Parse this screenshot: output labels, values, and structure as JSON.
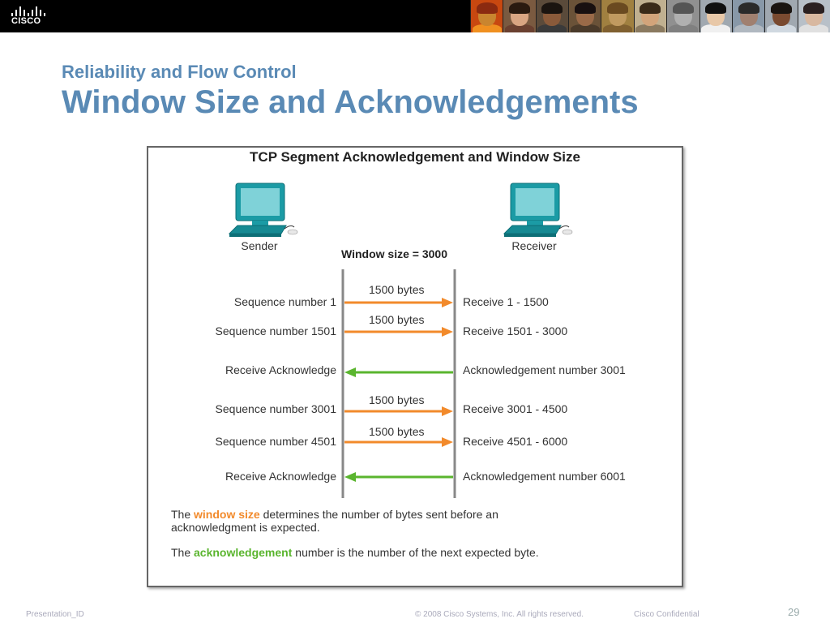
{
  "header": {
    "logo_text": "CISCO",
    "photos": [
      {
        "hair": "#8b2a10",
        "face": "#c9852f",
        "body": "#f09020",
        "bg": "#c84810"
      },
      {
        "hair": "#2a1a10",
        "face": "#d9a582",
        "body": "#6a4030",
        "bg": "#7a5a40"
      },
      {
        "hair": "#1a1410",
        "face": "#8a5a3a",
        "body": "#3a3a3a",
        "bg": "#5a4a3a"
      },
      {
        "hair": "#181010",
        "face": "#9a6a48",
        "body": "#4a3a2a",
        "bg": "#6a5238"
      },
      {
        "hair": "#6a4a20",
        "face": "#c09a60",
        "body": "#806030",
        "bg": "#a08040"
      },
      {
        "hair": "#3a2a18",
        "face": "#d2a47a",
        "body": "#8a7a60",
        "bg": "#c0b090"
      },
      {
        "hair": "#555555",
        "face": "#b0b0b0",
        "body": "#808080",
        "bg": "#909090"
      },
      {
        "hair": "#101010",
        "face": "#e8c8a8",
        "body": "#f0f0f0",
        "bg": "#a0a8b0"
      },
      {
        "hair": "#2a2a2a",
        "face": "#a08070",
        "body": "#b0b8c0",
        "bg": "#8898a8"
      },
      {
        "hair": "#1a1410",
        "face": "#7a4a30",
        "body": "#d0d8e0",
        "bg": "#a0a8b0"
      },
      {
        "hair": "#2a2020",
        "face": "#d8b8a0",
        "body": "#e0e0e0",
        "bg": "#b8c0c8"
      }
    ]
  },
  "slide": {
    "subtitle": "Reliability and Flow Control",
    "title": "Window Size and Acknowledgements"
  },
  "diagram": {
    "title": "TCP Segment Acknowledgement and Window Size",
    "sender_label": "Sender",
    "receiver_label": "Receiver",
    "window_size": "Window size = 3000",
    "colors": {
      "send_arrow": "#f28a2b",
      "ack_arrow": "#5ab52e",
      "pc": "#1b9ba5",
      "line": "#888888"
    },
    "rows": [
      {
        "left": "Sequence number 1",
        "mid": "1500 bytes",
        "right": "Receive 1 - 1500",
        "dir": "send"
      },
      {
        "left": "Sequence number 1501",
        "mid": "1500 bytes",
        "right": "Receive 1501 - 3000",
        "dir": "send"
      },
      {
        "left": "Receive Acknowledge",
        "mid": "",
        "right": "Acknowledgement number 3001",
        "dir": "ack"
      },
      {
        "left": "Sequence number 3001",
        "mid": "1500 bytes",
        "right": "Receive 3001 - 4500",
        "dir": "send"
      },
      {
        "left": "Sequence number 4501",
        "mid": "1500 bytes",
        "right": "Receive 4501 - 6000",
        "dir": "send"
      },
      {
        "left": "Receive Acknowledge",
        "mid": "",
        "right": "Acknowledgement number 6001",
        "dir": "ack"
      }
    ],
    "note1": {
      "pre": "The ",
      "highlight": "window size",
      "post": " determines the number of bytes sent before an acknowledgment is expected."
    },
    "note2": {
      "pre": "The ",
      "highlight": "acknowledgement",
      "post": " number is the number of the next expected byte."
    }
  },
  "footer": {
    "presentation_id": "Presentation_ID",
    "copyright": "© 2008 Cisco Systems, Inc. All rights reserved.",
    "confidential": "Cisco Confidential",
    "page": "29"
  }
}
